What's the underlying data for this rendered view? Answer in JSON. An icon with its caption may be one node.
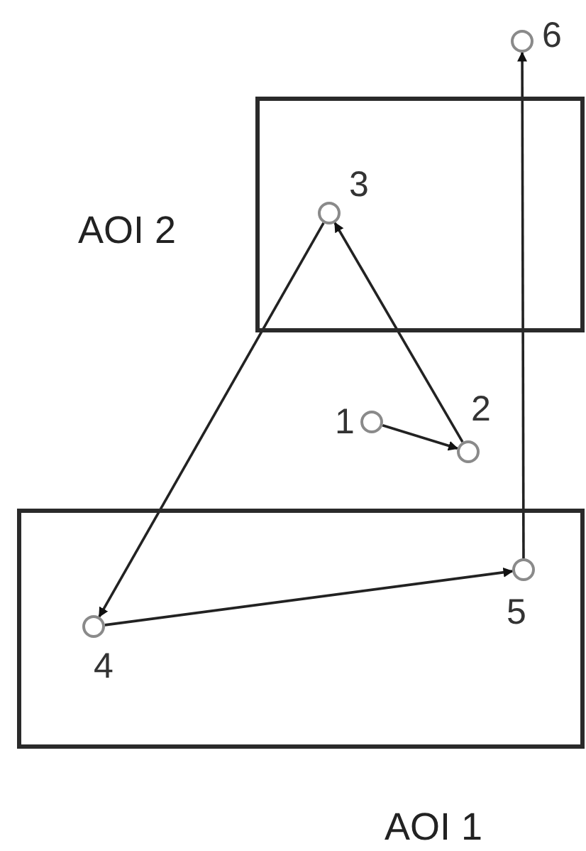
{
  "diagram": {
    "nodes": [
      {
        "text": [
          "AOI 2"
        ]
      },
      {
        "text": [
          "AOI 1"
        ]
      },
      {
        "text": [],
        "shape": "circle",
        "beside": [
          "1"
        ]
      },
      {
        "text": [],
        "shape": "circle",
        "beside": [
          "2"
        ]
      },
      {
        "text": [],
        "shape": "circle",
        "beside": [
          "3"
        ],
        "in": 0
      },
      {
        "text": [],
        "shape": "circle",
        "beside": [
          "4"
        ],
        "in": 1
      },
      {
        "text": [],
        "shape": "circle",
        "beside": [
          "5"
        ],
        "in": 1
      },
      {
        "text": [],
        "shape": "circle",
        "beside": [
          "6"
        ]
      }
    ],
    "edges": [
      {
        "from": 2,
        "to": 3,
        "arrow": "to"
      },
      {
        "from": 3,
        "to": 4,
        "arrow": "to"
      },
      {
        "from": 4,
        "to": 5,
        "arrow": "to"
      },
      {
        "from": 5,
        "to": 6,
        "arrow": "to"
      },
      {
        "from": 6,
        "to": 7,
        "arrow": "to"
      }
    ]
  }
}
